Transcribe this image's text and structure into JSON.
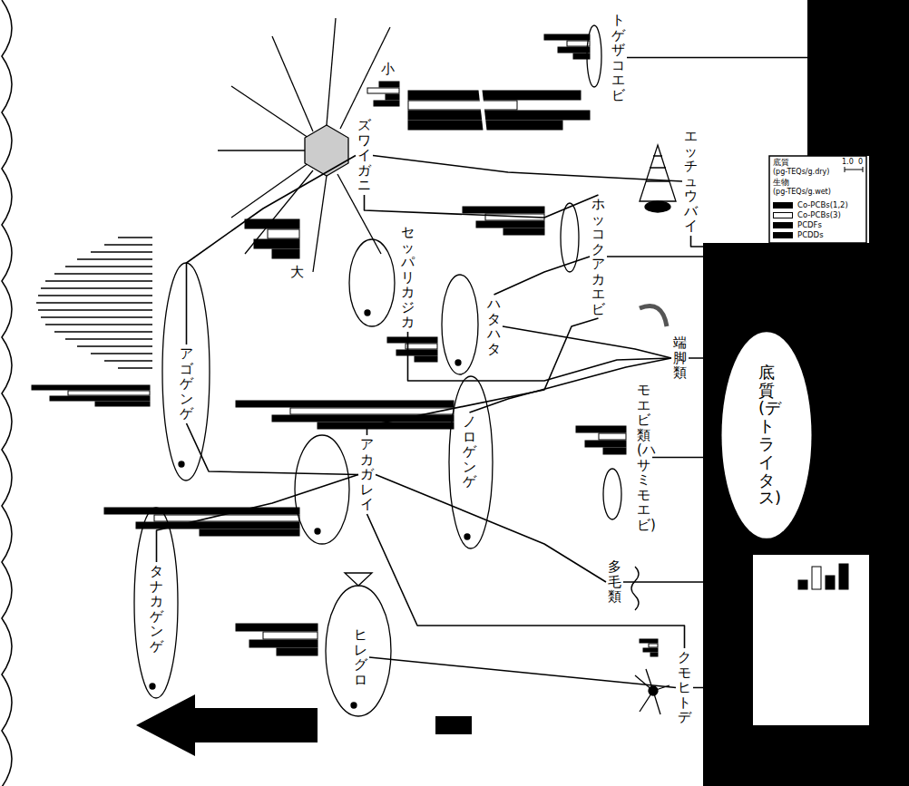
{
  "diagram": {
    "nodes": [
      {
        "text": [
          "トゲザコエビ"
        ]
      },
      {
        "text": [
          "ズワイガニ"
        ]
      },
      {
        "text": [
          "エッチュウバイ"
        ]
      },
      {
        "text": [
          "ホッコクアカエビ"
        ]
      },
      {
        "text": [
          "セッパリカジカ"
        ]
      },
      {
        "text": [
          "ハタハタ"
        ]
      },
      {
        "text": [
          "端脚類"
        ]
      },
      {
        "text": [
          "アゴゲンゲ"
        ]
      },
      {
        "text": [
          "ノロゲンゲ"
        ]
      },
      {
        "text": [
          "モエビ類 (ハサミモエビ)"
        ]
      },
      {
        "text": [
          "アカガレイ"
        ]
      },
      {
        "text": [
          "タナカゲンゲ"
        ]
      },
      {
        "text": [
          "ヒレグロ"
        ]
      },
      {
        "text": [
          "多毛類"
        ]
      },
      {
        "text": [
          "クモヒトデ"
        ]
      },
      {
        "text": [
          "底質 (デトライタス)"
        ]
      }
    ],
    "edges": [
      {
        "from": 1,
        "to": 2,
        "arrow": "none"
      },
      {
        "from": 1,
        "to": 3,
        "arrow": "none"
      },
      {
        "from": 7,
        "to": 1,
        "arrow": "none"
      },
      {
        "from": 4,
        "to": 6,
        "arrow": "none"
      },
      {
        "from": 5,
        "to": 6,
        "arrow": "none"
      },
      {
        "from": 5,
        "to": 3,
        "arrow": "none"
      },
      {
        "from": 8,
        "to": 6,
        "arrow": "none"
      },
      {
        "from": 10,
        "to": 3,
        "arrow": "none"
      },
      {
        "from": 7,
        "to": 10,
        "arrow": "none"
      },
      {
        "from": 10,
        "to": 13,
        "arrow": "none"
      },
      {
        "from": 10,
        "to": 14,
        "arrow": "none"
      },
      {
        "from": 12,
        "to": 14,
        "arrow": "none"
      },
      {
        "from": 11,
        "to": 10,
        "arrow": "none"
      },
      {
        "from": 0,
        "to": 15,
        "arrow": "none"
      },
      {
        "from": 2,
        "to": 15,
        "arrow": "none"
      },
      {
        "from": 3,
        "to": 15,
        "arrow": "none"
      },
      {
        "from": 6,
        "to": 15,
        "arrow": "none"
      },
      {
        "from": 9,
        "to": 15,
        "arrow": "none"
      },
      {
        "from": 13,
        "to": 15,
        "arrow": "none"
      },
      {
        "from": 14,
        "to": 15,
        "arrow": "none"
      }
    ],
    "labels": [
      "大",
      "小",
      "底質",
      "(pg-TEQs/g.dry)",
      "生物",
      "(pg-TEQs/g.wet)",
      "1.0",
      "0"
    ],
    "legend": [
      {
        "text": "Co-PCBs(1,2)",
        "color": "#000000"
      },
      {
        "text": "Co-PCBs(3)",
        "color": "#ffffff"
      },
      {
        "text": "PCDFs",
        "color": "#000000"
      },
      {
        "text": "PCDDs",
        "color": "#000000"
      }
    ]
  }
}
